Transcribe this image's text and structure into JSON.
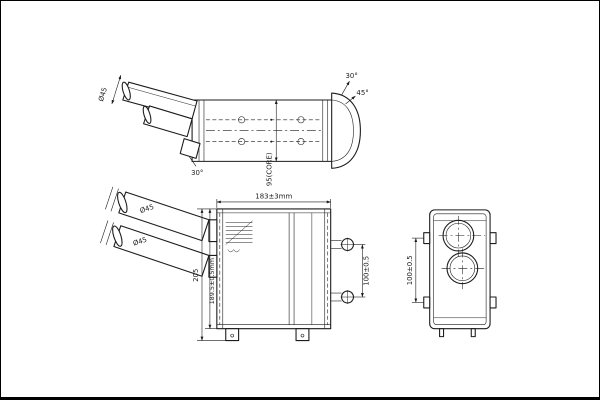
{
  "colors": {
    "ink": "#1c1c1c",
    "paper": "#ffffff"
  },
  "top_view": {
    "pipe_diameter": "Ø45",
    "bracket_angle": "30°",
    "tank_angle_1": "30°",
    "tank_angle_2": "45°",
    "core_depth": "95(CORE)"
  },
  "front_view": {
    "overall_width": "183±3mm",
    "overall_height": "205",
    "core_height": "189.5±0.5mm",
    "pin_spacing": "100±0.5",
    "upper_pipe_diameter": "Ø45",
    "lower_pipe_diameter": "Ø45"
  },
  "side_view": {
    "hole_spacing": "100±0.5"
  }
}
